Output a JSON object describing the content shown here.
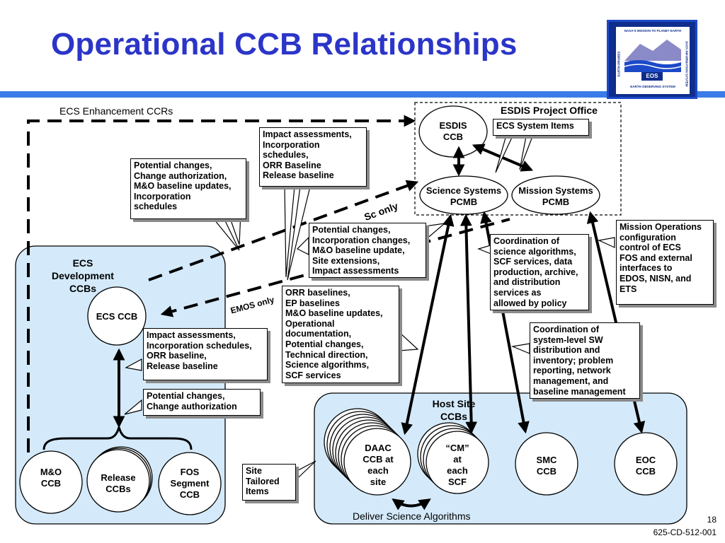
{
  "title": "Operational CCB Relationships",
  "logo": {
    "top_text": "NASA'S MISSION TO PLANET EARTH",
    "left_text": "EARTH PROBES",
    "right_text": "DATA INFORMATION SYSTEM",
    "center_text": "EOS",
    "bottom_text": "EARTH OBSERVING SYSTEM",
    "colors": {
      "navy": "#0f2d8c",
      "mountain": "#8a8ac8",
      "wave": "#1b49c8"
    }
  },
  "labels": {
    "ecs_enhancement": "ECS Enhancement CCRs",
    "esdis_office": "ESDIS Project Office",
    "ecs_dev": "ECS\nDevelopment\nCCBs",
    "host_site": "Host Site\nCCBs",
    "sc_only": "Sc only",
    "emos_only": "EMOS only",
    "deliver": "Deliver Science Algorithms"
  },
  "nodes": {
    "esdis_ccb": "ESDIS\nCCB",
    "ecs_system_items": "ECS System Items",
    "science_pcmb": "Science Systems\nPCMB",
    "mission_pcmb": "Mission Systems\nPCMB",
    "ecs_ccb": "ECS CCB",
    "mo_ccb": "M&O\nCCB",
    "release_ccbs": "Release\nCCBs",
    "fos_ccb": "FOS\nSegment\nCCB",
    "daac_ccb": "DAAC\nCCB at\neach\nsite",
    "cm_ccb": "“CM”\nat\neach\nSCF",
    "smc_ccb": "SMC\nCCB",
    "eoc_ccb": "EOC\nCCB",
    "site_tailored": "Site\nTailored\nItems"
  },
  "callouts": {
    "impact_orr": "Impact assessments,\nIncorporation\nschedules,\nORR Baseline\nRelease baseline",
    "potential_left": "Potential changes,\nChange authorization,\nM&O baseline updates,\nIncorporation\nschedules",
    "potential_mid": "Potential changes,\nIncorporation changes,\nM&O baseline update,\nSite extensions,\nImpact assessments",
    "coord_science": "Coordination of\nscience algorithms,\nSCF services, data\nproduction, archive,\nand distribution\nservices as\nallowed by policy",
    "mission_ops": "Mission Operations\nconfiguration\ncontrol of ECS\nFOS and external\ninterfaces to\nEDOS, NISN, and\nETS",
    "orr_baselines": "ORR baselines,\nEP baselines\nM&O baseline updates,\nOperational\ndocumentation,\nPotential changes,\nTechnical direction,\nScience algorithms,\nSCF services",
    "coord_sw": "Coordination of\nsystem-level SW\ndistribution and\ninventory; problem\nreporting, network\nmanagement, and\nbaseline management",
    "impact_lower": "Impact assessments,\nIncorporation schedules,\nORR baseline,\nRelease baseline",
    "potential_lower": "Potential changes,\nChange authorization"
  },
  "footer": {
    "page": "18",
    "doc": "625-CD-512-001"
  }
}
